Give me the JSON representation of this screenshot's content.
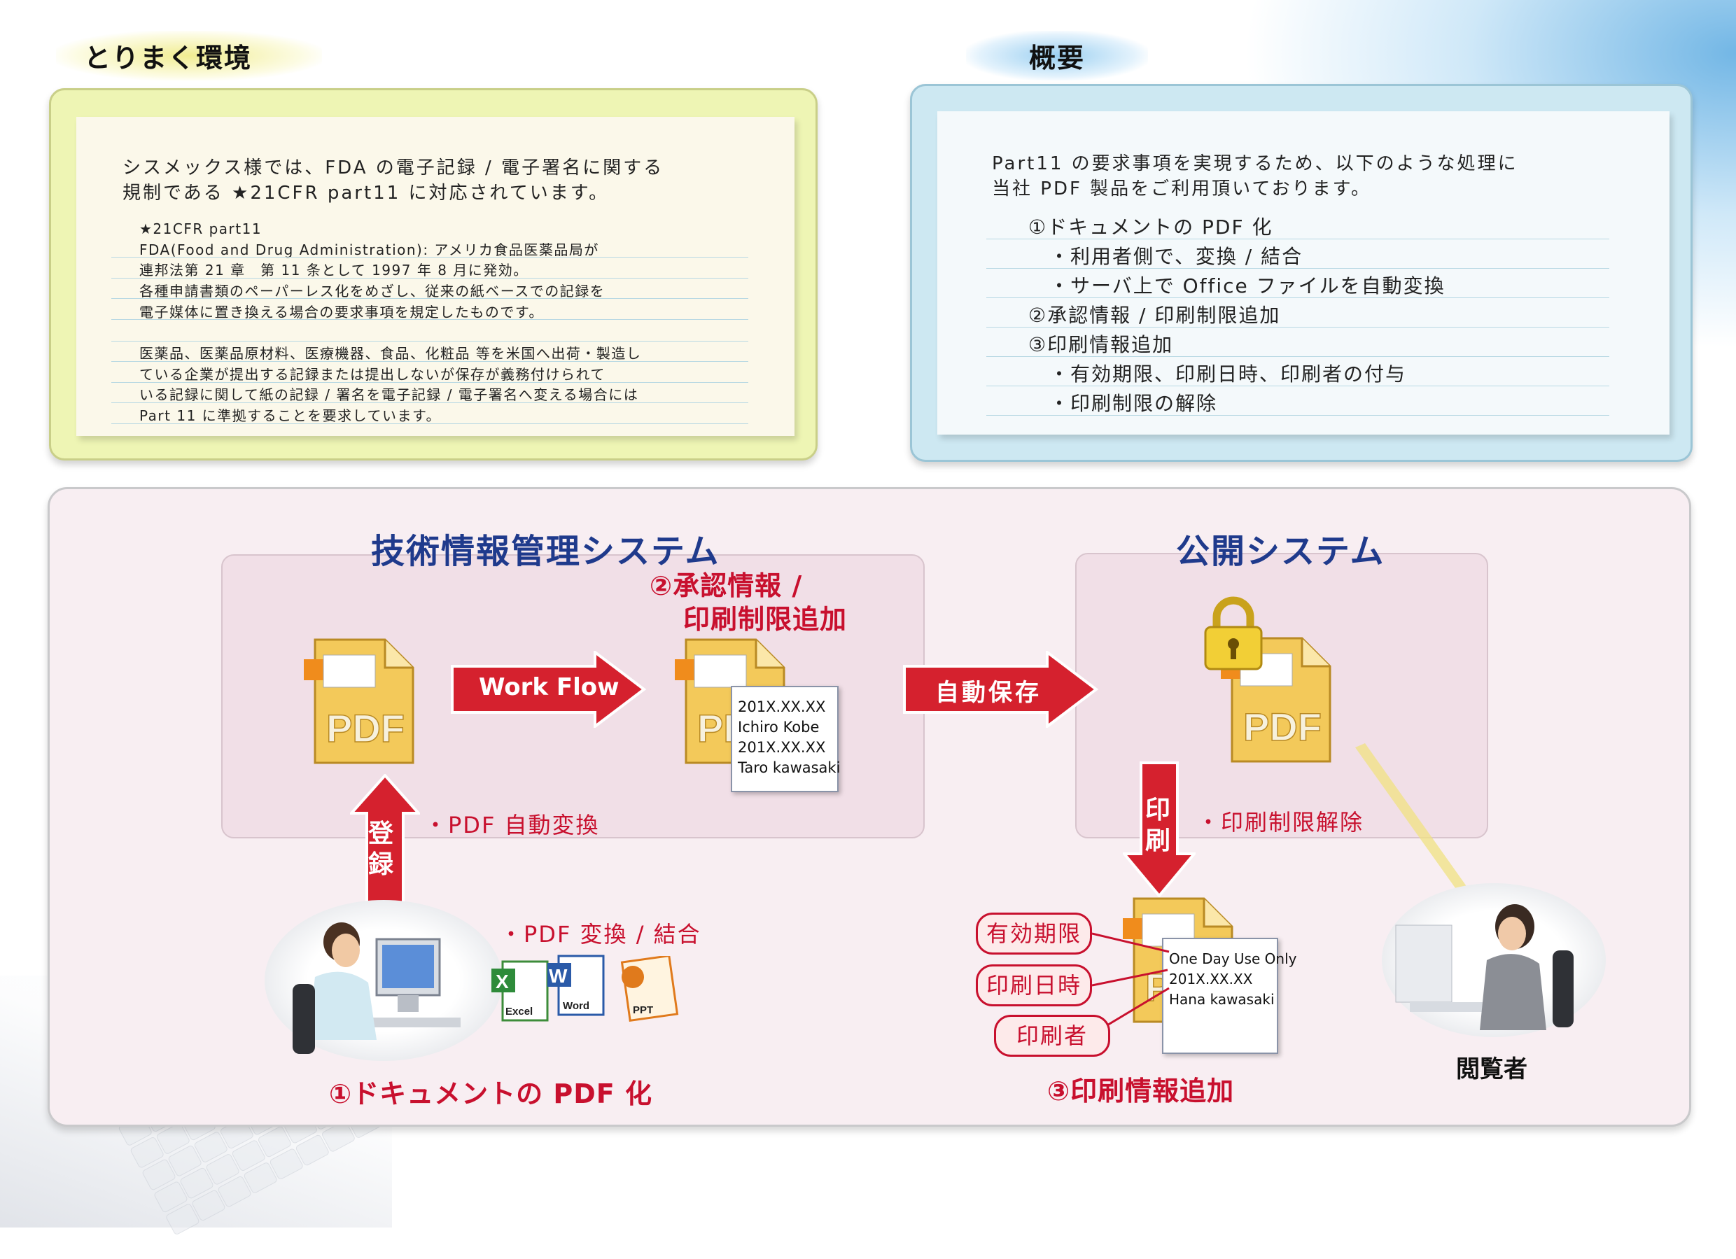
{
  "env": {
    "title": "とりまく環境",
    "lead": [
      "シスメックス様では、FDA の電子記録 / 電子署名に関する",
      "規制である ★21CFR part11 に対応されています。"
    ],
    "def_lines": [
      "★21CFR part11",
      "FDA(Food and Drug Administration): アメリカ食品医薬品局が",
      "連邦法第 21 章　第 11 条として 1997 年 8 月に発効。",
      "各種申請書類のペーパーレス化をめざし、従来の紙ベースでの記録を",
      "電子媒体に置き換える場合の要求事項を規定したものです。"
    ],
    "scope_lines": [
      "医薬品、医薬品原材料、医療機器、食品、化粧品 等を米国へ出荷・製造し",
      "ている企業が提出する記録または提出しないが保存が義務付けられて",
      "いる記録に関して紙の記録 / 署名を電子記録 / 電子署名へ変える場合には",
      "Part 11 に準拠することを要求しています。"
    ]
  },
  "overview": {
    "title": "概要",
    "lead": [
      "Part11 の要求事項を実現するため、以下のような処理に",
      "当社 PDF 製品をご利用頂いております。"
    ],
    "items": [
      "①ドキュメントの PDF 化",
      "・利用者側で、変換 / 結合",
      "・サーバ上で Office ファイルを自動変換",
      "②承認情報 / 印刷制限追加",
      "③印刷情報追加",
      "・有効期限、印刷日時、印刷者の付与",
      "・印刷制限の解除"
    ]
  },
  "diagram": {
    "tech_system": "技術情報管理システム",
    "public_system": "公開システム",
    "approval_label": [
      "②承認情報 /",
      "印刷制限追加"
    ],
    "workflow_arrow": "Work Flow",
    "autosave_arrow": "自動保存",
    "register_arrow": [
      "登",
      "録"
    ],
    "print_arrow": [
      "印",
      "刷"
    ],
    "pdf_auto": "・PDF 自動変換",
    "pdf_convert": "・PDF 変換 / 結合",
    "print_release": "・印刷制限解除",
    "step1": "①ドキュメントの PDF 化",
    "step3": "③印刷情報追加",
    "viewer": "閲覧者",
    "pdf_text": "PDF",
    "approval_card": [
      "201X.XX.XX",
      "Ichiro Kobe",
      "201X.XX.XX",
      "Taro kawasaki"
    ],
    "print_card": [
      "One Day Use Only",
      "201X.XX.XX",
      "Hana kawasaki"
    ],
    "pills": [
      "有効期限",
      "印刷日時",
      "印刷者"
    ],
    "office_icons": [
      "Excel",
      "Word",
      "PPT"
    ]
  },
  "colors": {
    "accent_red": "#c8102e",
    "title_blue": "#1f3a8c",
    "pdf_yellow": "#f3c95a",
    "pdf_orange": "#f08c1c"
  }
}
